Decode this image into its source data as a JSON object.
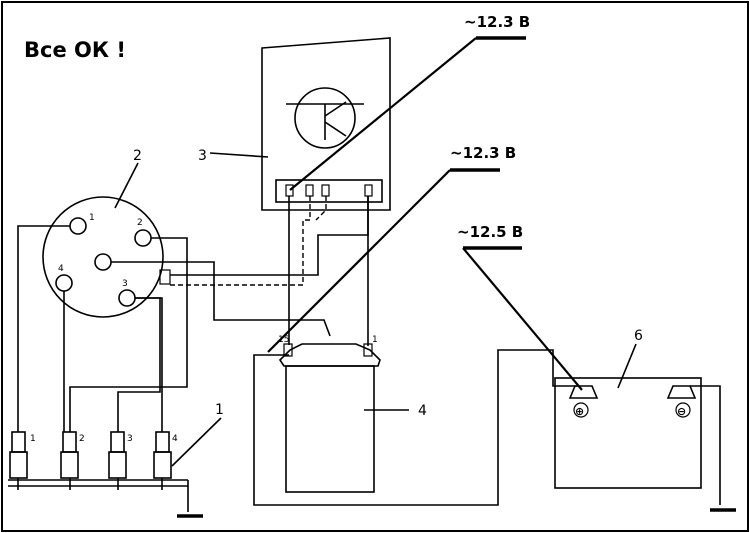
{
  "status": {
    "text": "Все ОК !"
  },
  "measurements": [
    {
      "value": "~12.3 В"
    },
    {
      "value": "~12.3 В"
    },
    {
      "value": "~12.5 В"
    }
  ],
  "components": {
    "spark_plugs": "1",
    "distributor": "2",
    "switch": "3",
    "coil": "4",
    "battery": "6"
  },
  "distributor_terminals": [
    "1",
    "2",
    "3",
    "4"
  ],
  "plug_numbers": [
    "1",
    "2",
    "3",
    "4"
  ],
  "coil_terminals": {
    "t15": "15",
    "t1": "1"
  },
  "battery_terminals": {
    "positive": "⊕",
    "negative": "⊖"
  }
}
